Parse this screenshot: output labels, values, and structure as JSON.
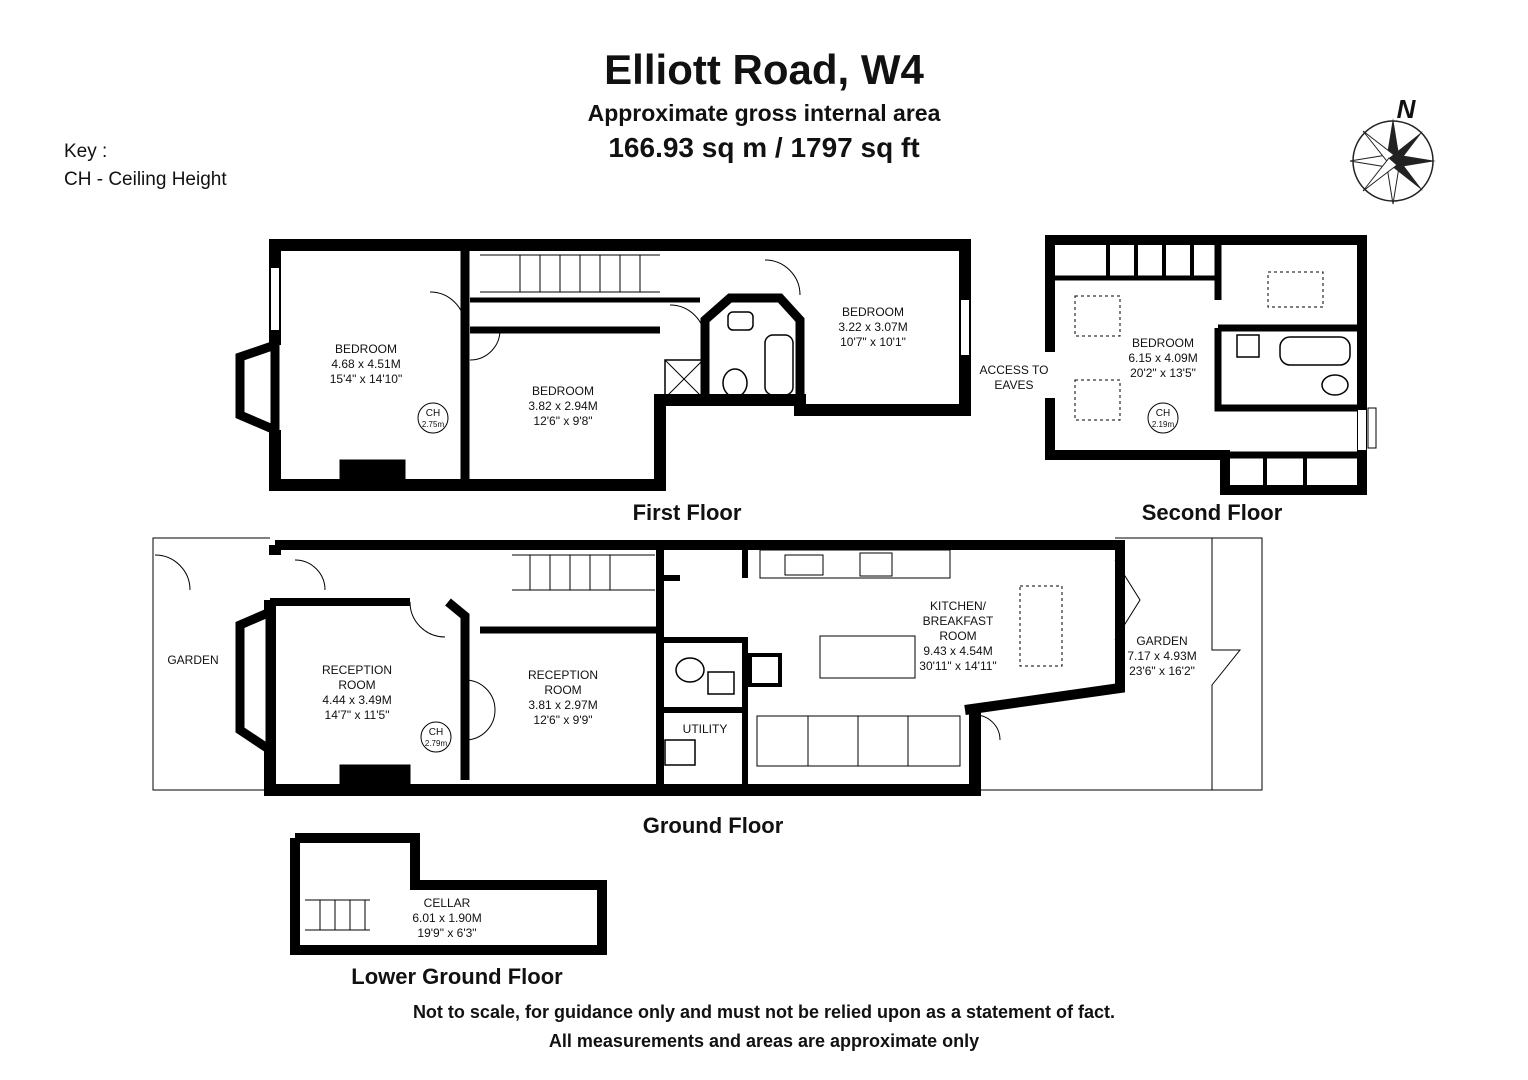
{
  "header": {
    "title": "Elliott Road, W4",
    "subtitle": "Approximate gross internal area",
    "area": "166.93 sq m /  1797 sq ft"
  },
  "key": {
    "line1": "Key :",
    "line2": "CH - Ceiling Height"
  },
  "compass": {
    "label": "N"
  },
  "floors": {
    "first": "First Floor",
    "second": "Second Floor",
    "ground": "Ground Floor",
    "lower": "Lower Ground Floor"
  },
  "rooms": {
    "ff_bed1": {
      "name": "BEDROOM",
      "dims": "4.68 x 4.51M",
      "imperial": "15'4\" x 14'10\""
    },
    "ff_bed2": {
      "name": "BEDROOM",
      "dims": "3.82 x 2.94M",
      "imperial": "12'6\" x 9'8\""
    },
    "ff_bed3": {
      "name": "BEDROOM",
      "dims": "3.22 x 3.07M",
      "imperial": "10'7\" x 10'1\""
    },
    "sf_bed": {
      "name": "BEDROOM",
      "dims": "6.15 x 4.09M",
      "imperial": "20'2\" x 13'5\""
    },
    "sf_eaves": {
      "line1": "ACCESS TO",
      "line2": "EAVES"
    },
    "gf_garden_front": {
      "name": "GARDEN"
    },
    "gf_rec1": {
      "name1": "RECEPTION",
      "name2": "ROOM",
      "dims": "4.44 x 3.49M",
      "imperial": "14'7\" x 11'5\""
    },
    "gf_rec2": {
      "name1": "RECEPTION",
      "name2": "ROOM",
      "dims": "3.81 x 2.97M",
      "imperial": "12'6\" x 9'9\""
    },
    "gf_kitchen": {
      "name1": "KITCHEN/",
      "name2": "BREAKFAST",
      "name3": "ROOM",
      "dims": "9.43 x 4.54M",
      "imperial": "30'11\" x 14'11\""
    },
    "gf_utility": {
      "name": "UTILITY"
    },
    "gf_garden_rear": {
      "name": "GARDEN",
      "dims": "7.17 x 4.93M",
      "imperial": "23'6\" x 16'2\""
    },
    "lg_cellar": {
      "name": "CELLAR",
      "dims": "6.01 x 1.90M",
      "imperial": "19'9\" x 6'3\""
    }
  },
  "ceiling": {
    "first": {
      "label": "CH",
      "value": "2.75m"
    },
    "second": {
      "label": "CH",
      "value": "2.19m"
    },
    "ground": {
      "label": "CH",
      "value": "2.79m"
    }
  },
  "footer": {
    "line1": "Not to scale, for guidance only and must not be relied upon as a statement of fact.",
    "line2": "All measurements and areas are approximate only"
  }
}
